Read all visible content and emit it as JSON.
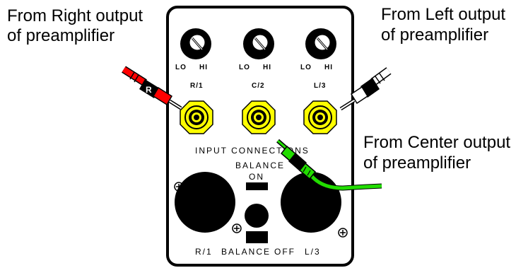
{
  "callouts": {
    "right": [
      "From Right output",
      "of preamplifier"
    ],
    "left": [
      "From Left output",
      "of preamplifier"
    ],
    "center": [
      "From Center output",
      "of preamplifier"
    ]
  },
  "knobs": [
    {
      "lo": "LO",
      "hi": "HI",
      "channel": "R/1"
    },
    {
      "lo": "LO",
      "hi": "HI",
      "channel": "C/2"
    },
    {
      "lo": "LO",
      "hi": "HI",
      "channel": "L/3"
    }
  ],
  "input_connections_label": "INPUT CONNECTIONS",
  "plug_labels": {
    "right_plug": "R"
  },
  "balance": {
    "title": "BALANCE",
    "on": "ON",
    "off": "OFF",
    "left_jack": "R/1",
    "right_jack": "L/3"
  },
  "colors": {
    "red_cable": "#ff0000",
    "white_cable": "#ffffff",
    "green_cable": "#22dd00",
    "jack_yellow": "#ffff00"
  }
}
